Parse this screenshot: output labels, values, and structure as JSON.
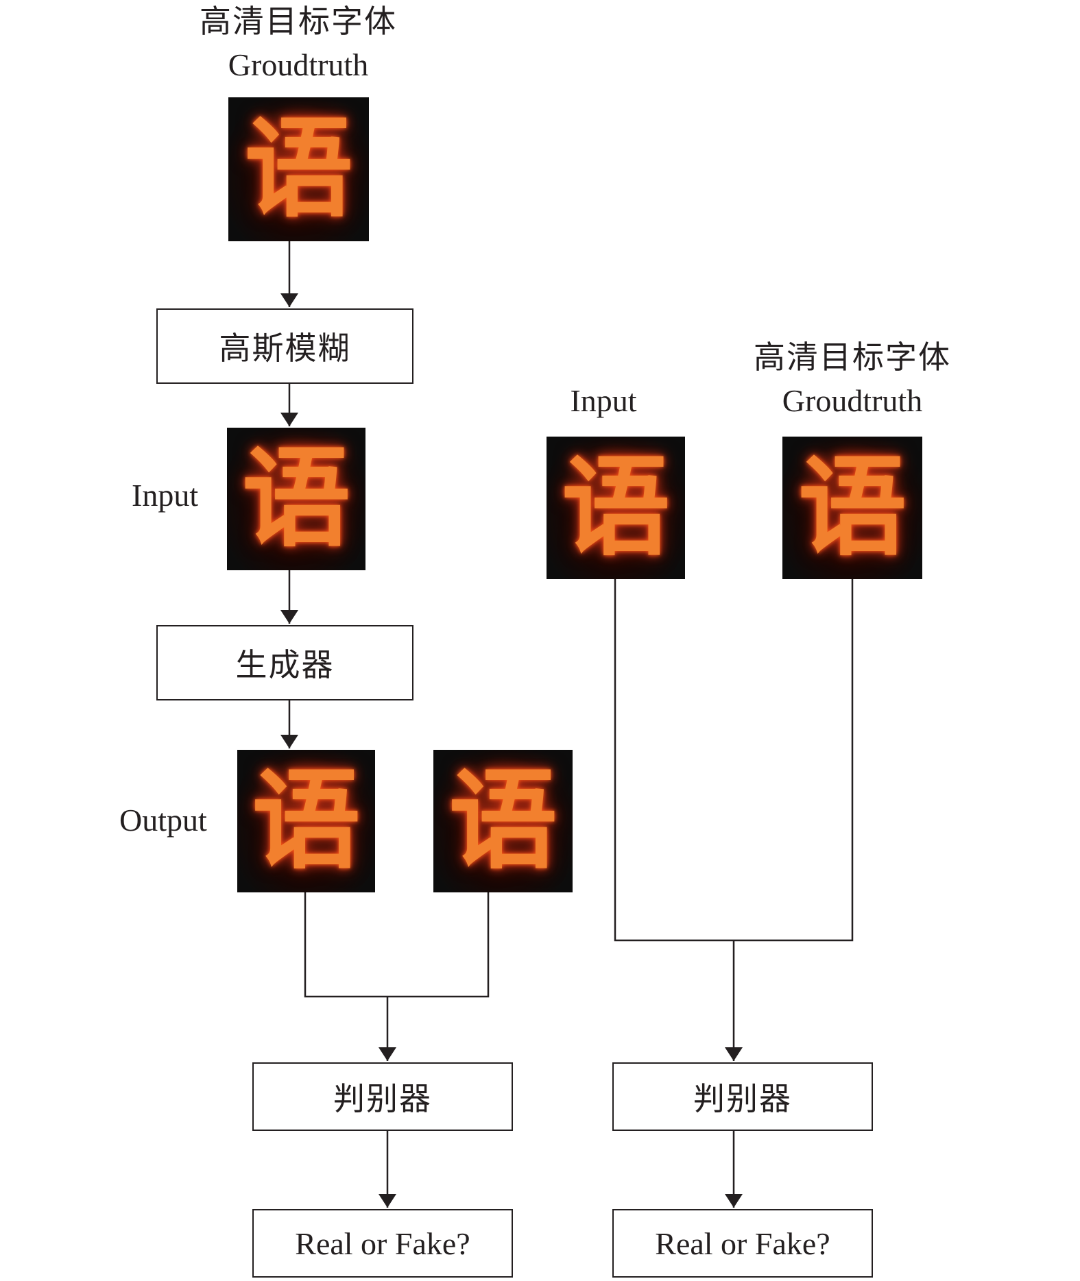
{
  "labels": {
    "hd_target_font": "高清目标字体",
    "groundtruth": "Groudtruth",
    "input": "Input",
    "output": "Output"
  },
  "glyph": "语",
  "boxes": {
    "gaussian_blur": "高斯模糊",
    "generator": "生成器",
    "discriminator": "判别器",
    "result": "Real or Fake?"
  },
  "colors": {
    "line": "#231f20",
    "glyph_fill": "#f2802e",
    "tile_background": "#0c0c0c"
  }
}
